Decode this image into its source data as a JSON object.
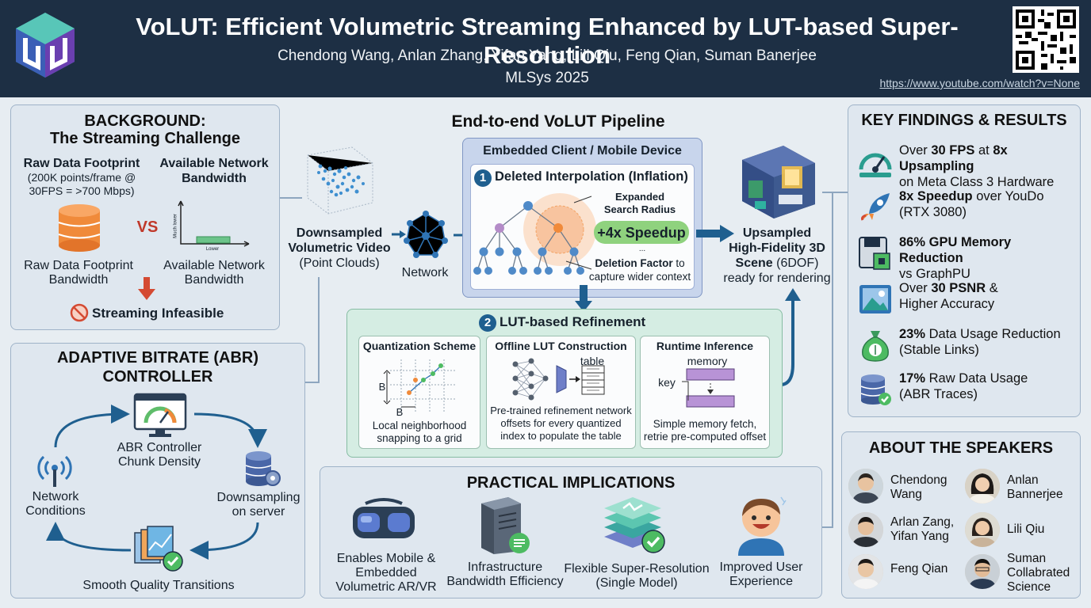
{
  "header": {
    "title": "VoLUT: Efficient Volumetric Streaming Enhanced by LUT-based Super-Resolution",
    "authors": "Chendong Wang, Anlan Zhang, Yifan Yang, Lili Qiu, Feng Qian, Suman Banerjee",
    "venue": "MLSys 2025",
    "url": "https://www.youtube.com/watch?v=None"
  },
  "background": {
    "title1": "BACKGROUND:",
    "title2": "The Streaming Challenge",
    "raw_head": "Raw Data Footprint",
    "raw_desc1": "(200K points/frame @",
    "raw_desc2": "30FPS = >700 Mbps)",
    "bw_head1": "Available Network",
    "bw_head2": "Bandwidth",
    "vs": "VS",
    "axis_y": "Much lower",
    "axis_x": "Lower",
    "raw_caption1": "Raw Data Footprint",
    "raw_caption2": "Bandwidth",
    "bw_caption1": "Available Network",
    "bw_caption2": "Bandwidth",
    "infeasible": "Streaming Infeasible"
  },
  "abr": {
    "title1": "ADAPTIVE BITRATE (ABR)",
    "title2": "CONTROLLER",
    "controller1": "ABR Controller",
    "controller2": "Chunk Density",
    "network1": "Network",
    "network2": "Conditions",
    "down1": "Downsampling",
    "down2": "on server",
    "smooth": "Smooth Quality Transitions"
  },
  "pipeline": {
    "title": "End-to-end VoLUT Pipeline",
    "down1": "Downsampled",
    "down2": "Volumetric Video",
    "down3": "(Point Clouds)",
    "network": "Network",
    "client_title": "Embedded Client / Mobile Device",
    "step1_num": "1",
    "step1": "Deleted Interpolation (Inflation)",
    "expanded1": "Expanded",
    "expanded2": "Search Radius",
    "speedup": "+4x Speedup",
    "ellipsis": "...",
    "deletion1a": "Deletion Factor",
    "deletion1b": " to",
    "deletion2": "capture wider context",
    "up1": "Upsampled",
    "up2": "High-Fidelity 3D",
    "up3a": "Scene",
    "up3b": " (6DOF)",
    "up4": "ready for rendering",
    "step2_num": "2",
    "step2": "LUT-based Refinement",
    "quant_title": "Quantization Scheme",
    "quant_b1": "B",
    "quant_b2": "B",
    "quant_cap1": "Local neighborhood",
    "quant_cap2": "snapping to a grid",
    "lut_title": "Offline LUT Construction",
    "lut_table": "table",
    "lut_cap1": "Pre-trained refinement network",
    "lut_cap2": "offsets for every quantized",
    "lut_cap3": "index to populate the table",
    "rt_title": "Runtime Inference",
    "rt_memory": "memory",
    "rt_key": "key",
    "rt_cap1": "Simple memory fetch,",
    "rt_cap2": "retrie pre-computed offset"
  },
  "practical": {
    "title": "PRACTICAL IMPLICATIONS",
    "items": [
      {
        "l1": "Enables Mobile &",
        "l2": "Embedded",
        "l3": "Volumetric AR/VR"
      },
      {
        "l1": "Infrastructure",
        "l2": "Bandwidth Efficiency"
      },
      {
        "l1": "Flexible Super-Resolution",
        "l2": "(Single Model)"
      },
      {
        "l1": "Improved User",
        "l2": "Experience"
      }
    ]
  },
  "findings": {
    "title": "KEY FINDINGS & RESULTS",
    "items": [
      {
        "a": "Over ",
        "b": "30 FPS",
        "c": " at ",
        "d": "8x Upsampling",
        "l2": "on Meta Class 3 Hardware",
        "icon": "gauge-icon"
      },
      {
        "a": "",
        "b": "8x Speedup",
        "c": " over YouDo",
        "d": "",
        "l2": "(RTX 3080)",
        "icon": "rocket-icon"
      },
      {
        "a": "",
        "b": "86% GPU Memory Reduction",
        "c": "",
        "d": "",
        "l2": "vs GraphPU",
        "icon": "floppy-chip-icon"
      },
      {
        "a": "Over ",
        "b": "30 PSNR",
        "c": " &",
        "d": "",
        "l2": "Higher Accuracy",
        "icon": "image-icon"
      },
      {
        "a": "",
        "b": "23%",
        "c": " Data Usage Reduction",
        "d": "",
        "l2": "(Stable Links)",
        "icon": "money-bag-icon"
      },
      {
        "a": "",
        "b": "17%",
        "c": " Raw Data Usage",
        "d": "",
        "l2": "(ABR Traces)",
        "icon": "database-check-icon"
      }
    ]
  },
  "speakers": {
    "title": "ABOUT THE SPEAKERS",
    "list": [
      {
        "l1": "Chendong",
        "l2": "Wang"
      },
      {
        "l1": "Anlan",
        "l2": "Bannerjee"
      },
      {
        "l1": "Arlan Zang,",
        "l2": "Yifan Yang"
      },
      {
        "l1": "Lili Qiu",
        "l2": ""
      },
      {
        "l1": "Feng Qian",
        "l2": ""
      },
      {
        "l1": "Suman",
        "l2": "Collabrated",
        "l3": "Science"
      }
    ]
  },
  "colors": {
    "header": "#1d2f44",
    "accent_blue": "#1f5f8f",
    "green": "#5fbd6a",
    "orange": "#f08a3a",
    "red": "#d44a32"
  }
}
